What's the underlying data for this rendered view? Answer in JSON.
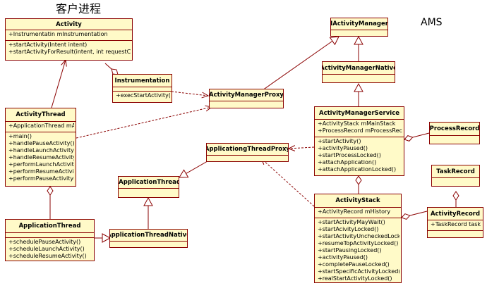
{
  "titles": {
    "client": "客户进程",
    "ams": "AMS"
  },
  "classes": {
    "activity": {
      "name": "Activity",
      "attributes": [
        "+Instrumentatin  mInstrumentation"
      ],
      "operations": [
        "+startActivity(Intent intent)",
        "+startActivityForResult(intent, int requestCode)"
      ]
    },
    "instrumentation": {
      "name": "Instrumentation",
      "attributes": [],
      "operations": [
        "+execStartActivity()"
      ]
    },
    "activityThread": {
      "name": "ActivityThread",
      "attributes": [
        "+ApplicationThread  mAppThread"
      ],
      "operations": [
        "+main()",
        "+handlePauseActivity()",
        "+handleLaunchActivity()",
        "+handleResumeActivity()",
        "+performLaunchActivity()",
        "+performResumeActivity()",
        "+performPauseActivity()"
      ]
    },
    "applicationThread": {
      "name": "ApplicationThread",
      "attributes": [],
      "operations": [
        "+schedulePauseActivity()",
        "+scheduleLaunchActivity()",
        "+scheduleResumeActivity()"
      ]
    },
    "applicationThreadNative": {
      "name": "ApplicationThreadNative"
    },
    "iApplicationThread": {
      "name": "IApplicationThread"
    },
    "applicationThreadProxy": {
      "name": "ApplicationgThreadProxy"
    },
    "activityManagerProxy": {
      "name": "ActivityManagerProxy"
    },
    "iActivityManager": {
      "name": "IActivityManager"
    },
    "activityManagerNative": {
      "name": "ActivityManagerNative"
    },
    "activityManagerService": {
      "name": "ActivityManagerService",
      "attributes": [
        "+ActivityStack  mMainStack",
        "+ProcessRecord mProcessRecord"
      ],
      "operations": [
        "+startActivity()",
        "+activityPaused()",
        "+startProcessLocked()",
        "+attachApplication()",
        "+attachApplicationLocked()"
      ]
    },
    "processRecord": {
      "name": "ProcessRecord"
    },
    "activityStack": {
      "name": "ActivityStack",
      "attributes": [
        "+ActivityRecord  mHistory"
      ],
      "operations": [
        "+startActivityMayWait()",
        "+startAcivityLocked()",
        "+startActivityUncheckedLocked()",
        "+resumeTopActivityLocked()",
        "+startPausingLocked()",
        "+activityPaused()",
        "+completePauseLocked()",
        "+startSpecificActivityLocked()",
        "+realStartActivityLocked()"
      ]
    },
    "taskRecord": {
      "name": "TaskRecord"
    },
    "activityRecord": {
      "name": "ActivityRecord",
      "attributes": [
        "+TaskRecord  task"
      ],
      "operations": []
    }
  }
}
